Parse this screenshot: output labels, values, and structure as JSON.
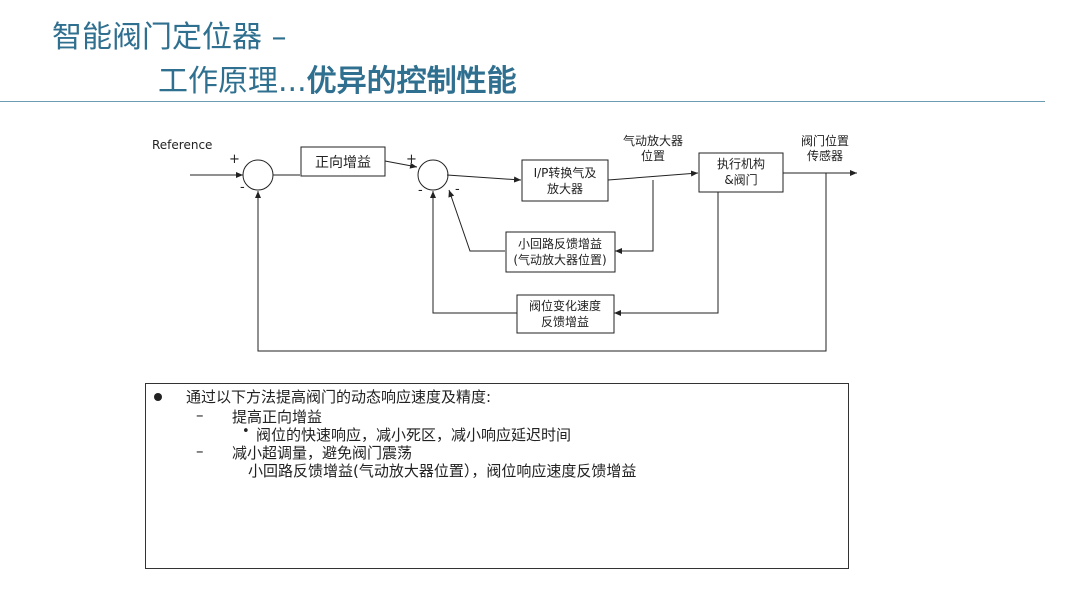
{
  "header": {
    "title_line1": "智能阀门定位器 –",
    "title_line2_part1": "工作原理...",
    "title_line2_part2": "优异的控制性能"
  },
  "diagram": {
    "reference_label": "Reference",
    "plus1": "+",
    "minus1": "-",
    "plus2": "+",
    "minus2a": "-",
    "minus2b": "-",
    "forward_gain": "正向增益",
    "ip_converter_line1": "I/P转换气及",
    "ip_converter_line2": "放大器",
    "amp_position_line1": "气动放大器",
    "amp_position_line2": "位置",
    "actuator_line1": "执行机构",
    "actuator_line2": "&阀门",
    "valve_sensor_line1": "阀门位置",
    "valve_sensor_line2": "传感器",
    "minor_loop_line1": "小回路反馈增益",
    "minor_loop_line2": "(气动放大器位置)",
    "velocity_fb_line1": "阀位变化速度",
    "velocity_fb_line2": "反馈增益"
  },
  "notes": {
    "main": "通过以下方法提高阀门的动态响应速度及精度:",
    "dash1": "–",
    "item1": "提高正向增益",
    "sub_bullet": "•",
    "item1_sub": "阀位的快速响应，减小死区，减小响应延迟时间",
    "dash2": "–",
    "item2": "减小超调量，避免阀门震荡",
    "item2_sub": "小回路反馈增益(气动放大器位置），阀位响应速度反馈增益"
  }
}
